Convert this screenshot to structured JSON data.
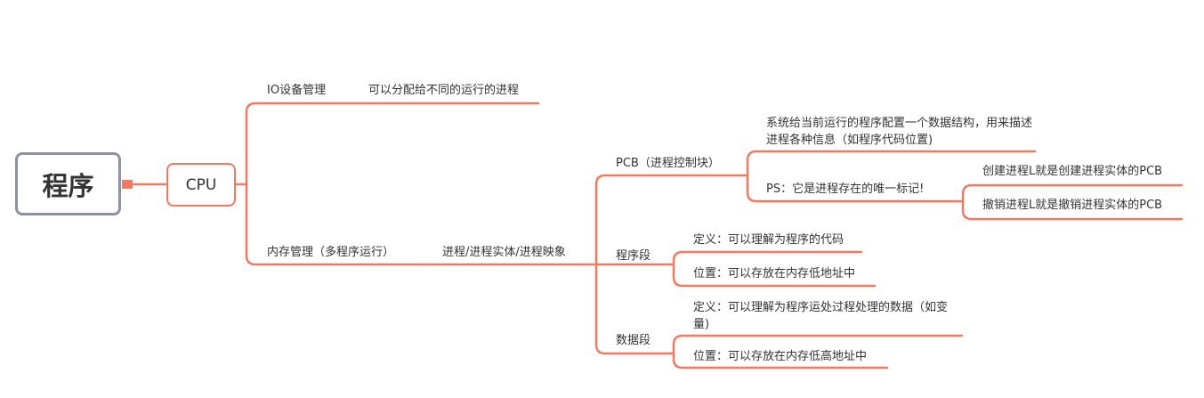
{
  "root": {
    "label": "程序"
  },
  "cpu": {
    "label": "CPU"
  },
  "io": {
    "label": "IO设备管理",
    "child": "可以分配给不同的运行的进程"
  },
  "memory": {
    "label": "内存管理（多程序运行）",
    "child": "进程/进程实体/进程映象"
  },
  "pcb": {
    "label": "PCB（进程控制块）",
    "desc": "系统给当前运行的程序配置一个数据结构，用来描述进程各种信息（如程序代码位置)",
    "ps": "PS：它是进程存在的唯一标记!",
    "create": "创建进程L就是创建进程实体的PCB",
    "destroy": "撤销进程L就是撤销进程实体的PCB"
  },
  "program_segment": {
    "label": "程序段",
    "definition": "定义：可以理解为程序的代码",
    "location": "位置：可以存放在内存低地址中"
  },
  "data_segment": {
    "label": "数据段",
    "definition": "定义：可以理解为程序运处过程处理的数据（如变量)",
    "location": "位置：可以存放在内存低高地址中"
  },
  "colors": {
    "line": "#f07a62",
    "root_border": "#8a94a6",
    "text": "#333333"
  }
}
